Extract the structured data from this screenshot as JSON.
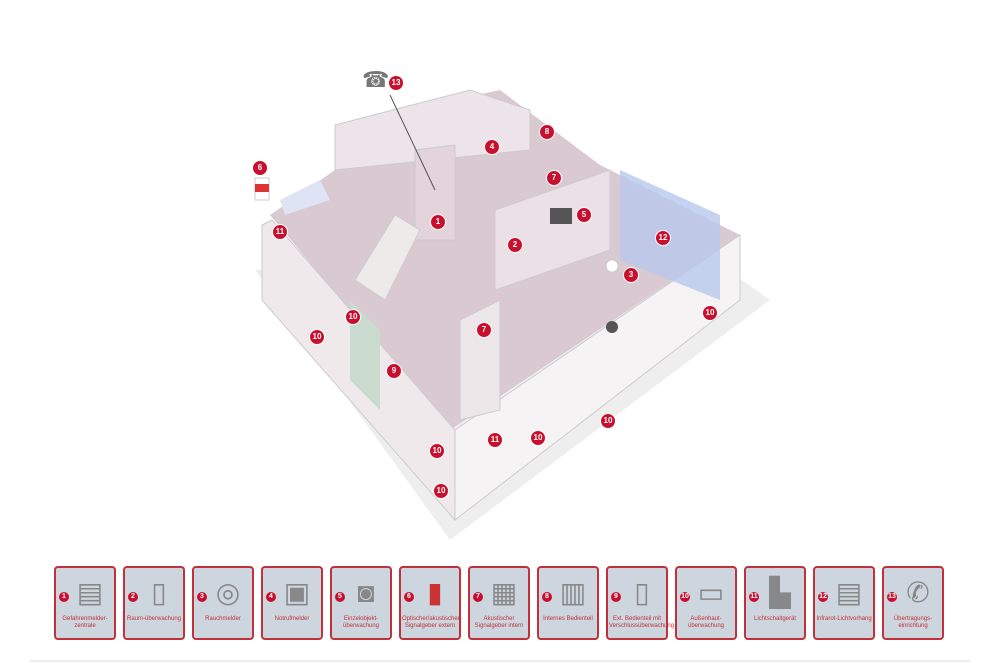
{
  "legend": [
    {
      "num": "1",
      "label": "Gefahrenmelder-zentrale",
      "icon": "alarm-panel-icon"
    },
    {
      "num": "2",
      "label": "Raum-überwachung",
      "icon": "motion-sensor-icon"
    },
    {
      "num": "3",
      "label": "Rauchmelder",
      "icon": "smoke-detector-icon"
    },
    {
      "num": "4",
      "label": "Notrufmelder",
      "icon": "emergency-button-icon"
    },
    {
      "num": "5",
      "label": "Einzelobjekt-überwachung",
      "icon": "object-sensor-icon"
    },
    {
      "num": "6",
      "label": "Optischer/akustischer Signalgeber extern",
      "icon": "siren-icon"
    },
    {
      "num": "7",
      "label": "Akustischer Signalgeber intern",
      "icon": "speaker-icon"
    },
    {
      "num": "8",
      "label": "Internes Bedienteil",
      "icon": "keypad-icon"
    },
    {
      "num": "9",
      "label": "Ext. Bedienteil mit Verschlussüberwachung",
      "icon": "external-keypad-icon"
    },
    {
      "num": "10",
      "label": "Außenhaut-überwachung",
      "icon": "contact-sensor-icon"
    },
    {
      "num": "11",
      "label": "Lichtschaltgerät",
      "icon": "light-switch-device-icon"
    },
    {
      "num": "12",
      "label": "Infrarot-Lichtvorhang",
      "icon": "infrared-curtain-icon"
    },
    {
      "num": "13",
      "label": "Übertragungs-einrichtung",
      "icon": "telephone-icon"
    }
  ],
  "markers": [
    "13",
    "8",
    "4",
    "6",
    "7",
    "5",
    "1",
    "11",
    "12",
    "2",
    "3",
    "10",
    "10",
    "7",
    "10",
    "9",
    "10",
    "11",
    "10",
    "10",
    "10"
  ],
  "colors": {
    "accent": "#c8102e",
    "card_bg": "#cdd6de",
    "floor": "#d8c8d0",
    "wall": "#f2eef0"
  }
}
